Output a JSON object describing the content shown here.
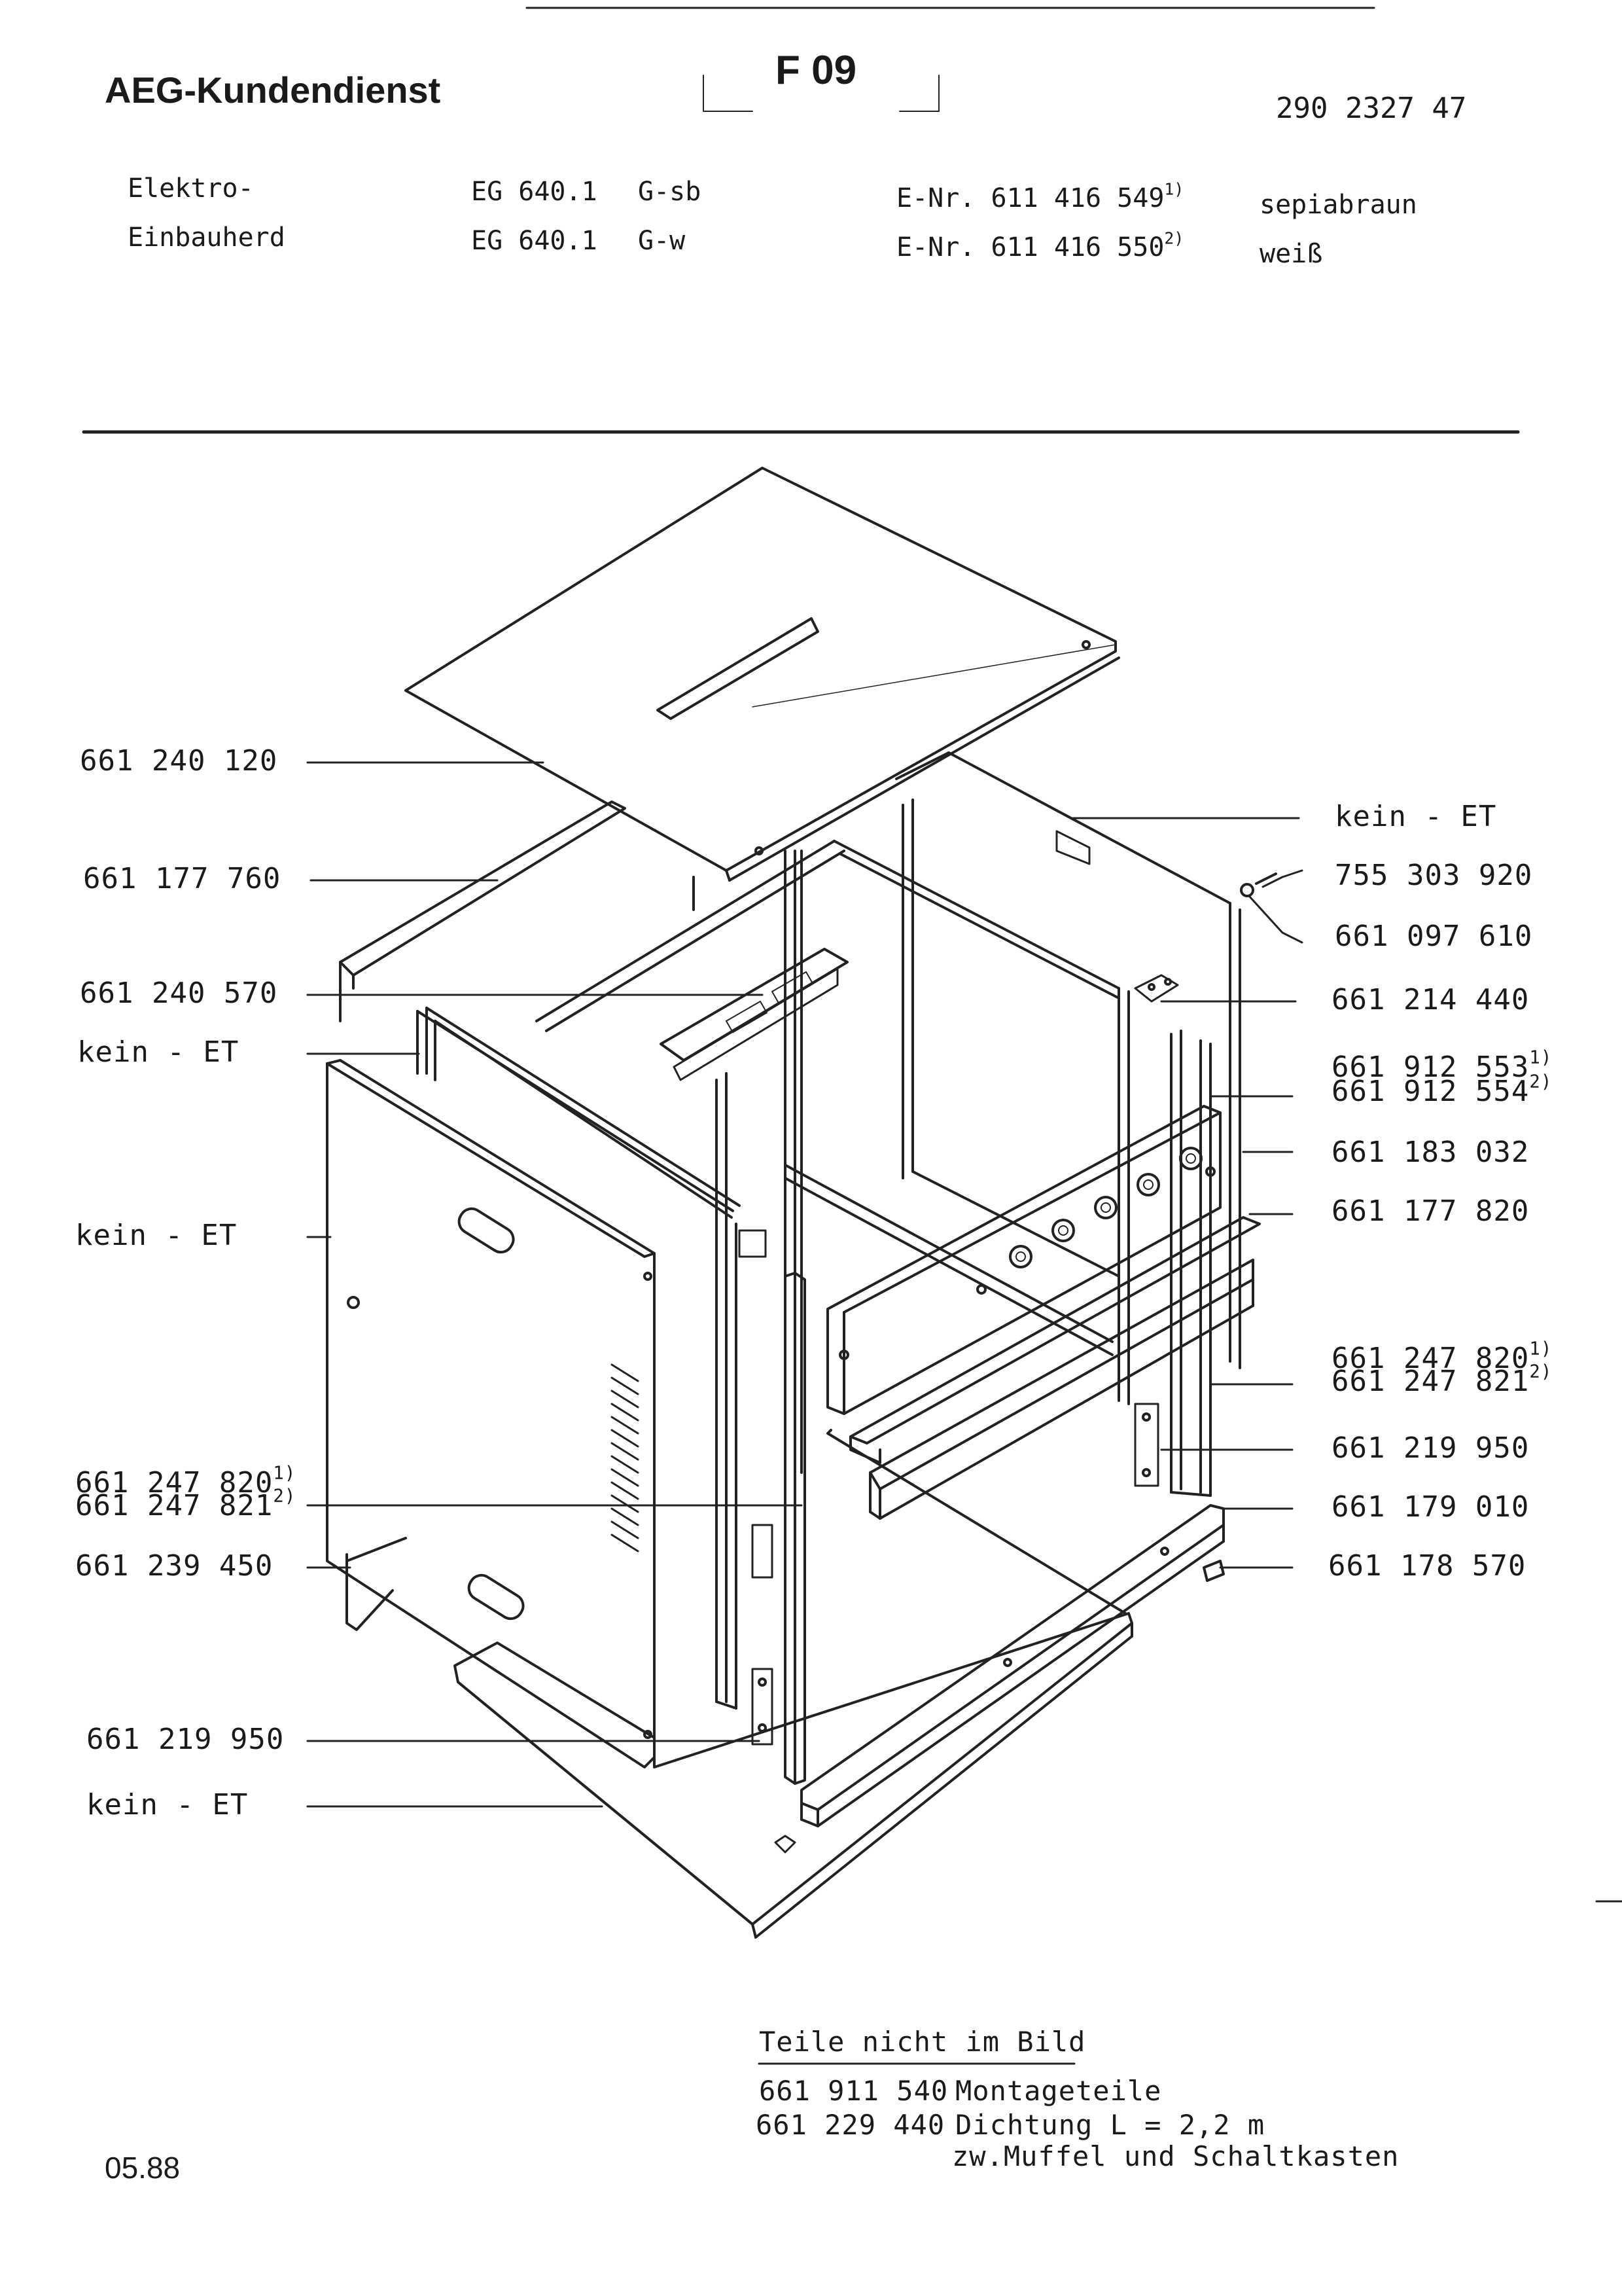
{
  "header": {
    "brand": "AEG-Kundendienst",
    "page_code": "F 09",
    "doc_number": "290 2327 47"
  },
  "appliance": {
    "type_line1": "Elektro-",
    "type_line2": "Einbauherd",
    "variants": [
      {
        "model": "EG 640.1",
        "version": "G-sb",
        "enr": "E-Nr. 611 416 549",
        "note": "1)",
        "color": "sepiabraun"
      },
      {
        "model": "EG 640.1",
        "version": "G-w",
        "enr": "E-Nr. 611 416 550",
        "note": "2)",
        "color": "weiß"
      }
    ]
  },
  "callouts_left": [
    {
      "part": "661 240 120"
    },
    {
      "part": "661 177 760"
    },
    {
      "part": "661 240 570"
    },
    {
      "part": "kein - ET"
    },
    {
      "part": "kein - ET"
    },
    {
      "part": "661 247 820",
      "note": "1)"
    },
    {
      "part": "661 247 821",
      "note": "2)"
    },
    {
      "part": "661 239 450"
    },
    {
      "part": "661 219 950"
    },
    {
      "part": "kein - ET"
    }
  ],
  "callouts_right": [
    {
      "part": "kein - ET"
    },
    {
      "part": "755 303 920"
    },
    {
      "part": "661 097 610"
    },
    {
      "part": "661 214 440"
    },
    {
      "part": "661 912 553",
      "note": "1)"
    },
    {
      "part": "661 912 554",
      "note": "2)"
    },
    {
      "part": "661 183 032"
    },
    {
      "part": "661 177 820"
    },
    {
      "part": "661 247 820",
      "note": "1)"
    },
    {
      "part": "661 247 821",
      "note": "2)"
    },
    {
      "part": "661 219 950"
    },
    {
      "part": "661 179 010"
    },
    {
      "part": "661 178 570"
    }
  ],
  "not_shown": {
    "title": "Teile nicht im Bild",
    "items": [
      {
        "part": "661 911 540",
        "desc": "Montageteile"
      },
      {
        "part": "661 229 440",
        "desc": "Dichtung L = 2,2 m"
      }
    ],
    "continuation": "zw.Muffel und Schaltkasten"
  },
  "footer": {
    "date": "05.88"
  }
}
